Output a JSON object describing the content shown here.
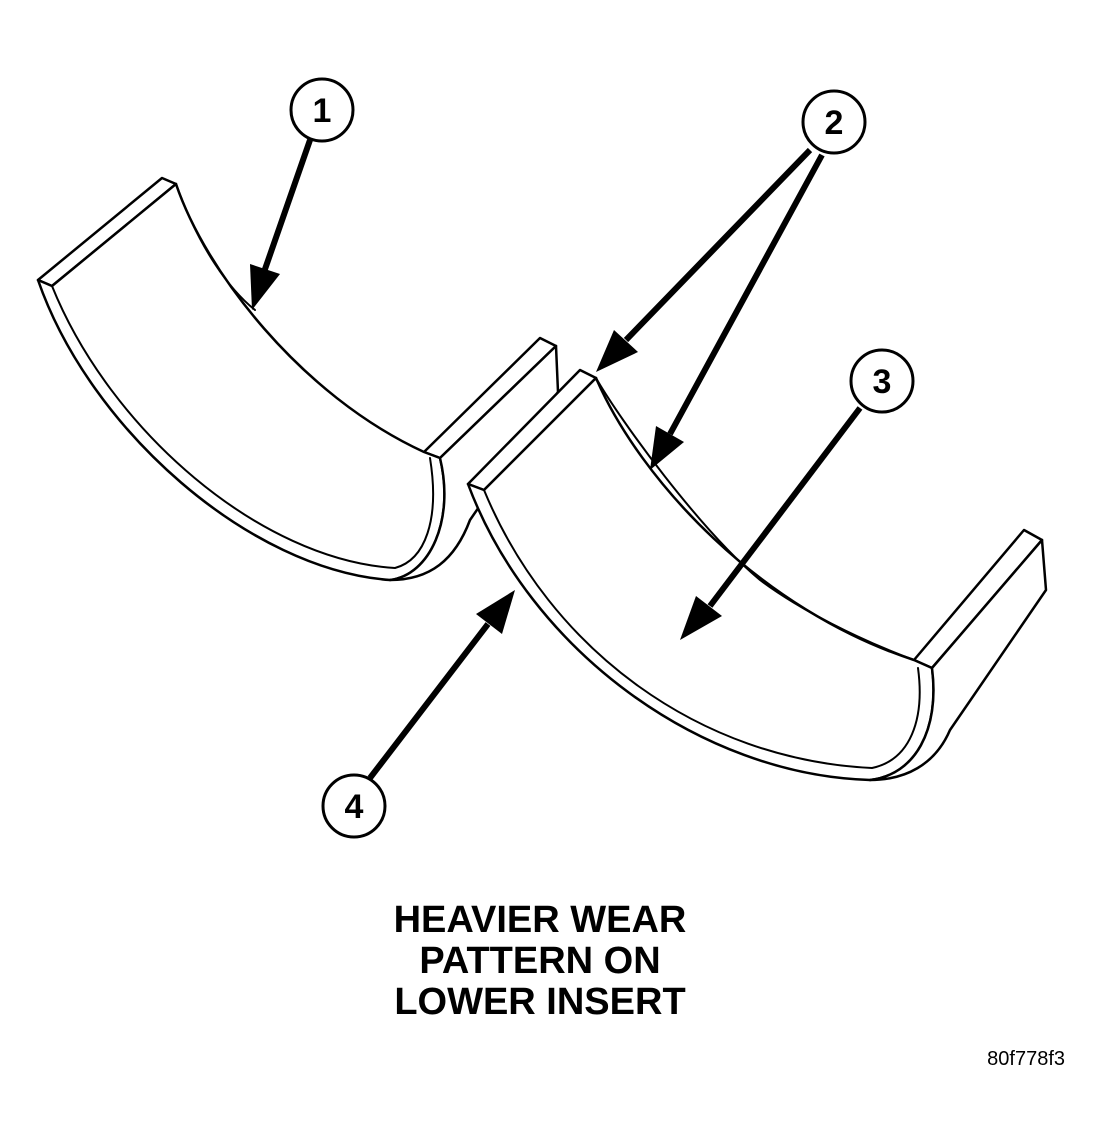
{
  "callouts": [
    {
      "id": "1",
      "label": "1"
    },
    {
      "id": "2",
      "label": "2"
    },
    {
      "id": "3",
      "label": "3"
    },
    {
      "id": "4",
      "label": "4"
    }
  ],
  "caption": {
    "line1": "HEAVIER WEAR",
    "line2": "PATTERN ON",
    "line3": "LOWER INSERT"
  },
  "reference_code": "80f778f3"
}
